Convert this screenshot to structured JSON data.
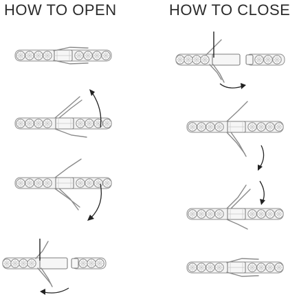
{
  "titles": {
    "open": "HOW TO OPEN",
    "close": "HOW TO CLOSE"
  },
  "colors": {
    "text": "#2b2b2b",
    "metal": "#8c8c8c",
    "arrow": "#222222",
    "background": "#ffffff"
  },
  "open_steps": [
    {
      "state": "closed",
      "arrow": "none"
    },
    {
      "state": "lever-raised",
      "arrow": "curved-up"
    },
    {
      "state": "lever-lowered",
      "arrow": "curved-down"
    },
    {
      "state": "separated",
      "arrow": "curved-left"
    }
  ],
  "close_steps": [
    {
      "state": "separated",
      "arrow": "curved-right"
    },
    {
      "state": "lever-raised",
      "arrow": "curved-down"
    },
    {
      "state": "lever-raised",
      "arrow": "curved-down"
    },
    {
      "state": "closed",
      "arrow": "none"
    }
  ]
}
